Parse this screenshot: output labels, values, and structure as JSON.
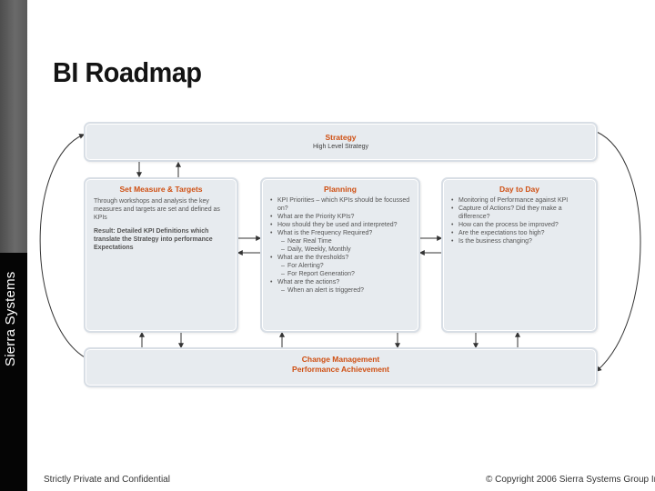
{
  "slide": {
    "title": "BI Roadmap",
    "brand": "Sierra Systems",
    "footer_left": "Strictly Private and Confidential",
    "footer_right": "© Copyright 2006 Sierra Systems Group In"
  },
  "colors": {
    "title_accent": "#cf4f12",
    "box_fill": "#e7ebef",
    "sidebar_top": "#5a5a5a",
    "sidebar_bottom": "#050505"
  },
  "diagram": {
    "strategy": {
      "title": "Strategy",
      "subtitle": "High Level Strategy"
    },
    "set_measure": {
      "title": "Set Measure & Targets",
      "text1": "Through workshops and analysis the key measures and targets are set and defined as KPIs",
      "text2": "Result: Detailed KPI Definitions which translate the Strategy into performance Expectations"
    },
    "planning": {
      "title": "Planning",
      "items": [
        "KPI Priorities – which KPIs should be focussed on?",
        "What are the Priority KPIs?",
        "How should they be used and interpreted?",
        "What is the Frequency Required?",
        "Near Real Time",
        "Daily, Weekly, Monthly",
        "What are the thresholds?",
        "For Alerting?",
        "For Report Generation?",
        "What are the actions?",
        "When an alert is triggered?"
      ]
    },
    "day_to_day": {
      "title": "Day to Day",
      "items": [
        "Monitoring of Performance against KPI",
        "Capture of Actions? Did they make a difference?",
        "How can the process be improved?",
        "Are the expectations too high?",
        "Is the business changing?"
      ]
    },
    "change_mgmt": {
      "title_line1": "Change Management",
      "title_line2": "Performance Achievement"
    }
  }
}
